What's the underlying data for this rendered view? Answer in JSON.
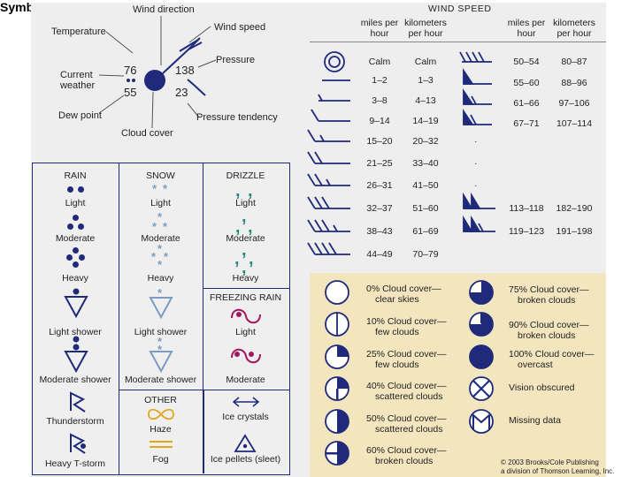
{
  "title": "Symbols",
  "station": {
    "labels": {
      "wind_direction": "Wind direction",
      "wind_speed": "Wind speed",
      "temperature": "Temperature",
      "pressure": "Pressure",
      "current_weather": "Current weather",
      "dew_point": "Dew point",
      "pressure_tendency": "Pressure tendency",
      "cloud_cover": "Cloud cover"
    },
    "values": {
      "temperature": "76",
      "dew_point": "55",
      "pressure": "138",
      "pressure_tendency": "23"
    }
  },
  "precip": {
    "rain": {
      "header": "RAIN",
      "items": [
        "Light",
        "Moderate",
        "Heavy",
        "Light shower",
        "Moderate shower",
        "Thunderstorm",
        "Heavy T-storm"
      ]
    },
    "snow": {
      "header": "SNOW",
      "items": [
        "Light",
        "Moderate",
        "Heavy",
        "Light shower",
        "Moderate shower"
      ]
    },
    "drizzle": {
      "header": "DRIZZLE",
      "items": [
        "Light",
        "Moderate",
        "Heavy"
      ]
    },
    "freezing_rain": {
      "header": "FREEZING RAIN",
      "items": [
        "Light",
        "Moderate"
      ]
    },
    "other": {
      "header": "OTHER",
      "items": [
        "Haze",
        "Fog",
        "Ice crystals",
        "Ice pellets (sleet)"
      ]
    }
  },
  "wind": {
    "header": "WIND SPEED",
    "col_mph": "miles per hour",
    "col_kmh": "kilometers per hour",
    "left": [
      {
        "mph": "Calm",
        "kmh": "Calm"
      },
      {
        "mph": "1–2",
        "kmh": "1–3"
      },
      {
        "mph": "3–8",
        "kmh": "4–13"
      },
      {
        "mph": "9–14",
        "kmh": "14–19"
      },
      {
        "mph": "15–20",
        "kmh": "20–32"
      },
      {
        "mph": "21–25",
        "kmh": "33–40"
      },
      {
        "mph": "26–31",
        "kmh": "41–50"
      },
      {
        "mph": "32–37",
        "kmh": "51–60"
      },
      {
        "mph": "38–43",
        "kmh": "61–69"
      },
      {
        "mph": "44–49",
        "kmh": "70–79"
      }
    ],
    "right": [
      {
        "mph": "50–54",
        "kmh": "80–87"
      },
      {
        "mph": "55–60",
        "kmh": "88–96"
      },
      {
        "mph": "61–66",
        "kmh": "97–106"
      },
      {
        "mph": "67–71",
        "kmh": "107–114"
      },
      {
        "mph": "113–118",
        "kmh": "182–190"
      },
      {
        "mph": "119–123",
        "kmh": "191–198"
      }
    ]
  },
  "cloud_cover": {
    "left": [
      {
        "line1": "0% Cloud cover—",
        "line2": "clear skies"
      },
      {
        "line1": "10% Cloud cover—",
        "line2": "few clouds"
      },
      {
        "line1": "25% Cloud cover—",
        "line2": "few clouds"
      },
      {
        "line1": "40% Cloud cover—",
        "line2": "scattered clouds"
      },
      {
        "line1": "50% Cloud cover—",
        "line2": "scattered clouds"
      },
      {
        "line1": "60% Cloud cover—",
        "line2": "broken clouds"
      }
    ],
    "right": [
      {
        "line1": "75% Cloud cover—",
        "line2": "broken clouds"
      },
      {
        "line1": "90% Cloud cover—",
        "line2": "broken clouds"
      },
      {
        "line1": "100% Cloud cover—",
        "line2": "overcast"
      },
      {
        "line1": "Vision obscured",
        "line2": ""
      },
      {
        "line1": "Missing data",
        "line2": ""
      }
    ]
  },
  "credit": {
    "line1": "© 2003 Brooks/Cole Publishing",
    "line2": "a division of Thomson Learning, Inc."
  },
  "colors": {
    "navy": "#1f2a7a",
    "drizzle": "#2b8a80",
    "freezing_rain": "#a3175e",
    "snow": "#7d9cc4",
    "haze": "#e0a81e",
    "cloud_bg": "#f3e6bf"
  }
}
